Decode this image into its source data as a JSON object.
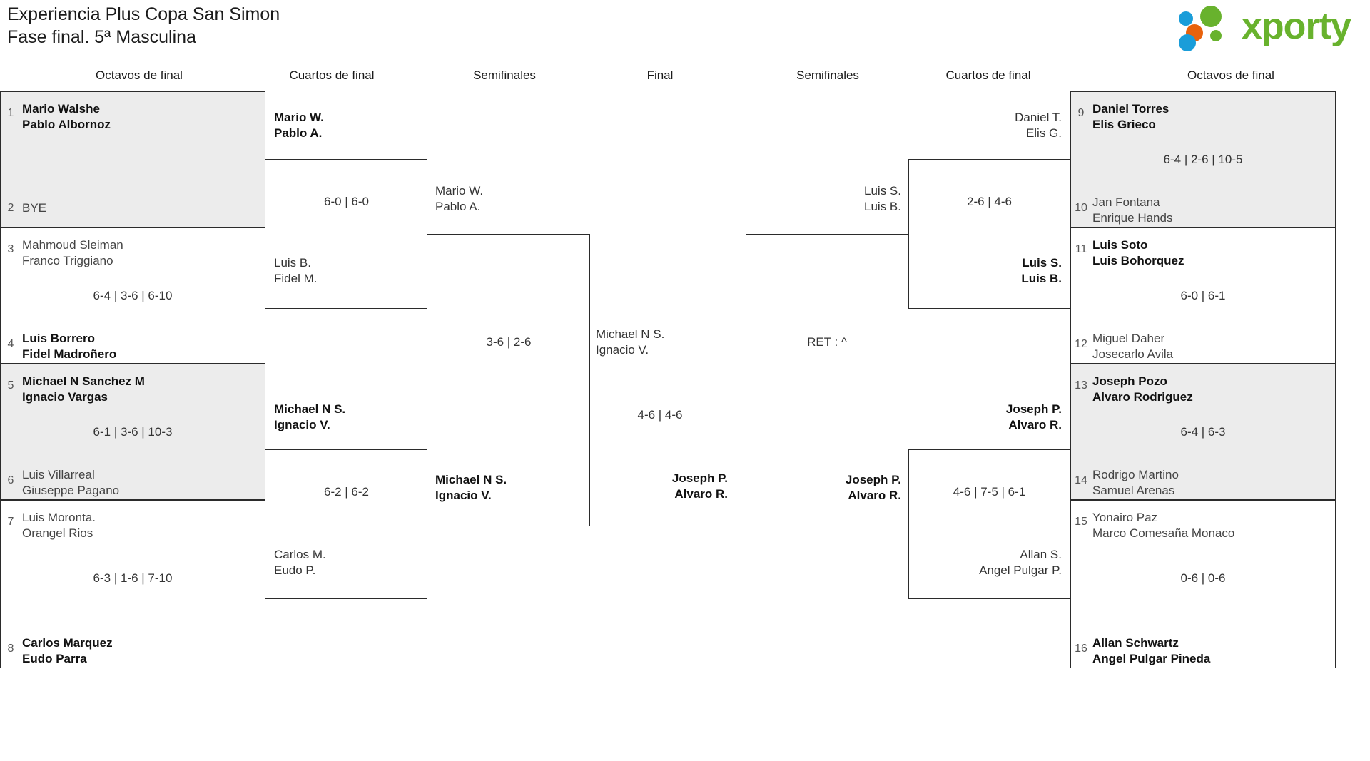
{
  "header": {
    "title_line1": "Experiencia Plus Copa San Simon",
    "title_line2": "Fase final. 5ª Masculina",
    "logo_text": "xporty",
    "logo_colors": {
      "green": "#68b22d",
      "blue": "#1a9dd9",
      "orange": "#e8620c"
    }
  },
  "round_headers": {
    "left_r16": "Octavos de final",
    "left_qf": "Cuartos de final",
    "left_sf": "Semifinales",
    "final": "Final",
    "right_sf": "Semifinales",
    "right_qf": "Cuartos de final",
    "right_r16": "Octavos de final"
  },
  "left_r16": [
    {
      "top": {
        "seed": "1",
        "p1": "Mario Walshe",
        "p2": "Pablo Albornoz",
        "winner": true
      },
      "bottom": {
        "seed": "2",
        "p1": "BYE",
        "p2": "",
        "winner": false
      },
      "score": "",
      "shaded": true
    },
    {
      "top": {
        "seed": "3",
        "p1": "Mahmoud Sleiman",
        "p2": "Franco Triggiano",
        "winner": false
      },
      "bottom": {
        "seed": "4",
        "p1": "Luis Borrero",
        "p2": "Fidel Madroñero",
        "winner": true
      },
      "score": "6-4 | 3-6 | 6-10",
      "shaded": false
    },
    {
      "top": {
        "seed": "5",
        "p1": "Michael N Sanchez M",
        "p2": "Ignacio Vargas",
        "winner": true
      },
      "bottom": {
        "seed": "6",
        "p1": "Luis Villarreal",
        "p2": "Giuseppe Pagano",
        "winner": false
      },
      "score": "6-1 | 3-6 | 10-3",
      "shaded": true
    },
    {
      "top": {
        "seed": "7",
        "p1": "Luis Moronta.",
        "p2": "Orangel Rios",
        "winner": false
      },
      "bottom": {
        "seed": "8",
        "p1": "Carlos Marquez",
        "p2": "Eudo Parra",
        "winner": true
      },
      "score": "6-3 | 1-6 | 7-10",
      "shaded": false
    }
  ],
  "left_qf": [
    {
      "top": {
        "p1": "Mario W.",
        "p2": "Pablo A.",
        "winner": true
      },
      "bottom": {
        "p1": "Luis B.",
        "p2": "Fidel M.",
        "winner": false
      },
      "score": "6-0 | 6-0"
    },
    {
      "top": {
        "p1": "Michael N S.",
        "p2": "Ignacio V.",
        "winner": true
      },
      "bottom": {
        "p1": "Carlos M.",
        "p2": "Eudo P.",
        "winner": false
      },
      "score": "6-2 | 6-2"
    }
  ],
  "left_sf": {
    "top": {
      "p1": "Mario W.",
      "p2": "Pablo A.",
      "winner": false
    },
    "bottom": {
      "p1": "Michael N S.",
      "p2": "Ignacio V.",
      "winner": true
    },
    "score": "3-6 | 2-6"
  },
  "final": {
    "left_side": {
      "p1": "Michael N S.",
      "p2": "Ignacio V.",
      "winner": false
    },
    "right_side": {
      "p1": "Joseph P.",
      "p2": "Alvaro R.",
      "winner": true
    },
    "score": "4-6 | 4-6"
  },
  "right_sf": {
    "top": {
      "p1": "Luis S.",
      "p2": "Luis B.",
      "winner": false
    },
    "bottom": {
      "p1": "Joseph P.",
      "p2": "Alvaro R.",
      "winner": true
    },
    "score": "RET : ^"
  },
  "right_qf": [
    {
      "top": {
        "p1": "Daniel T.",
        "p2": "Elis G.",
        "winner": false
      },
      "bottom": {
        "p1": "Luis S.",
        "p2": "Luis B.",
        "winner": true
      },
      "score": "2-6 | 4-6"
    },
    {
      "top": {
        "p1": "Joseph P.",
        "p2": "Alvaro R.",
        "winner": true
      },
      "bottom": {
        "p1": "Allan S.",
        "p2": "Angel Pulgar P.",
        "winner": false
      },
      "score": "4-6 | 7-5 | 6-1"
    }
  ],
  "right_r16": [
    {
      "top": {
        "seed": "9",
        "p1": "Daniel Torres",
        "p2": "Elis Grieco",
        "winner": true
      },
      "bottom": {
        "seed": "10",
        "p1": "Jan Fontana",
        "p2": "Enrique Hands",
        "winner": false
      },
      "score": "6-4 | 2-6 | 10-5",
      "shaded": true
    },
    {
      "top": {
        "seed": "11",
        "p1": "Luis Soto",
        "p2": "Luis Bohorquez",
        "winner": true
      },
      "bottom": {
        "seed": "12",
        "p1": "Miguel Daher",
        "p2": "Josecarlo Avila",
        "winner": false
      },
      "score": "6-0 | 6-1",
      "shaded": false
    },
    {
      "top": {
        "seed": "13",
        "p1": "Joseph Pozo",
        "p2": "Alvaro Rodriguez",
        "winner": true
      },
      "bottom": {
        "seed": "14",
        "p1": "Rodrigo Martino",
        "p2": "Samuel Arenas",
        "winner": false
      },
      "score": "6-4 | 6-3",
      "shaded": true
    },
    {
      "seed_note": "",
      "top": {
        "seed": "15",
        "p1": "Yonairo Paz",
        "p2": "Marco Comesaña Monaco",
        "winner": false
      },
      "bottom": {
        "seed": "16",
        "p1": "Allan Schwartz",
        "p2": "Angel Pulgar Pineda",
        "winner": true
      },
      "score": "0-6 | 0-6",
      "shaded": false
    }
  ]
}
